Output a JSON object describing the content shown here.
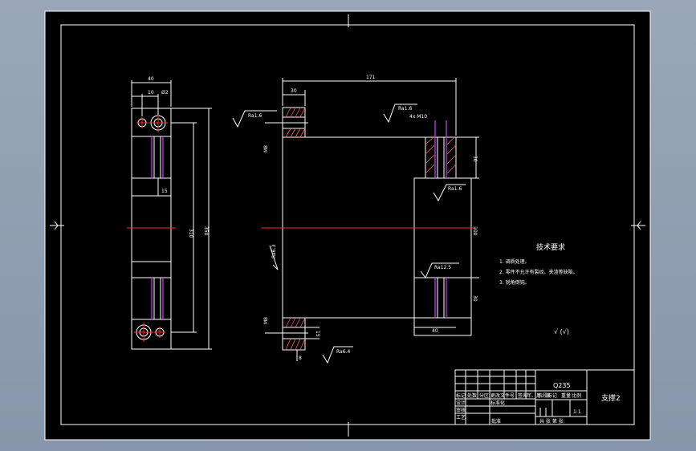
{
  "front_view": {
    "dim_width": "40",
    "dim_hole_offset": "10",
    "dim_hole_dia": "Ø2",
    "dim_inner_height": "310",
    "dim_total_height": "350",
    "dim_step": "15"
  },
  "side_view": {
    "dim_total_length": "171",
    "dim_top_block": "30",
    "dim_right_block_width": "40",
    "dim_right_height": "100",
    "dim_top_right": "30",
    "dim_bottom_right": "30",
    "roughness_top": "Ra1.6",
    "roughness_top_right": "Ra1.6",
    "roughness_mid_right": "Ra1.6",
    "roughness_lower_right": "Ra12.5",
    "roughness_bottom": "Ra6.4",
    "roughness_left": "Ra6.3",
    "dim_left_small_top": "M8",
    "dim_left_small_bottom": "M8",
    "dim_bottom_small": "15",
    "dim_bottom_small2": "8",
    "thread_label": "4x M10"
  },
  "tech_requirements": {
    "title": "技术要求",
    "items": [
      "1. 调质处理。",
      "2. 零件不允许有裂纹、夹渣等缺陷。",
      "3. 锐角倒钝。"
    ]
  },
  "surface_symbol": "√ (√)",
  "title_block": {
    "material": "Q235",
    "part_name": "支撑2",
    "row_labels": [
      "标记",
      "处数",
      "分区",
      "更改文件号",
      "签名",
      "年、月、日"
    ],
    "designer_label": "设计",
    "standard_label": "标准化",
    "checker_label": "审核",
    "process_label": "工艺",
    "approve_label": "批准",
    "stage_label": "阶段标记",
    "weight_label": "重量",
    "scale_label": "比例",
    "scale_value": "1:1",
    "sheet_label": "共 张 第 张"
  },
  "colors": {
    "background": "#000000",
    "line": "#ffffff",
    "center_line": "#ff2a2a",
    "thread_line": "#d23cff"
  }
}
